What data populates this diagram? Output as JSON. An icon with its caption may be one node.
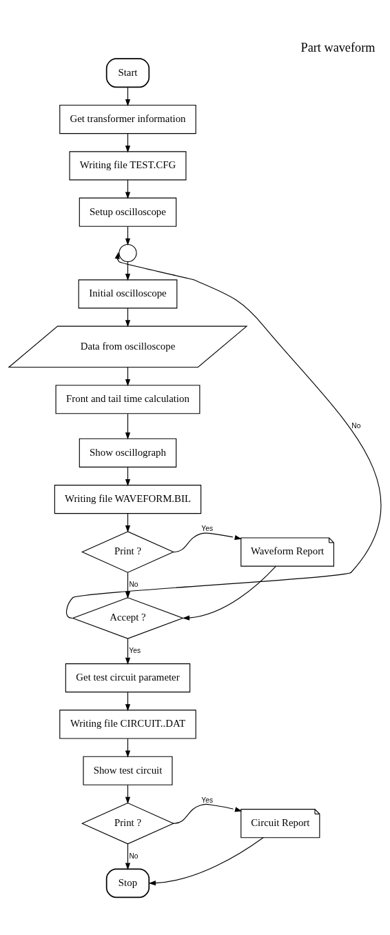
{
  "diagram": {
    "title": "Part waveform",
    "nodes": [
      {
        "text": [
          "Start"
        ]
      },
      {
        "text": [
          "Get transformer information"
        ]
      },
      {
        "text": [
          "Writing file TEST.CFG"
        ]
      },
      {
        "text": [
          "Setup oscilloscope"
        ]
      },
      {
        "text": [],
        "shape": "circle"
      },
      {
        "text": [
          "Initial oscilloscope"
        ]
      },
      {
        "text": [
          "Data from oscilloscope"
        ]
      },
      {
        "text": [
          "Front and tail time calculation"
        ]
      },
      {
        "text": [
          "Show oscillograph"
        ]
      },
      {
        "text": [
          "Writing file WAVEFORM.BIL"
        ]
      },
      {
        "text": [
          "Print ?"
        ]
      },
      {
        "text": [
          "Waveform Report"
        ]
      },
      {
        "text": [
          "Accept ?"
        ]
      },
      {
        "text": [
          "Get test circuit parameter"
        ]
      },
      {
        "text": [
          "Writing file CIRCUIT..DAT"
        ]
      },
      {
        "text": [
          "Show test circuit"
        ]
      },
      {
        "text": [
          "Print ?"
        ]
      },
      {
        "text": [
          "Circuit Report"
        ]
      },
      {
        "text": [
          "Stop"
        ]
      }
    ],
    "edges": [
      {
        "from": 0,
        "to": 1,
        "arrow": "to"
      },
      {
        "from": 1,
        "to": 2,
        "arrow": "to"
      },
      {
        "from": 2,
        "to": 3,
        "arrow": "to"
      },
      {
        "from": 3,
        "to": 4,
        "arrow": "to"
      },
      {
        "from": 4,
        "to": 5,
        "arrow": "to"
      },
      {
        "from": 5,
        "to": 6,
        "arrow": "to"
      },
      {
        "from": 6,
        "to": 7,
        "arrow": "to"
      },
      {
        "from": 7,
        "to": 8,
        "arrow": "to"
      },
      {
        "from": 8,
        "to": 9,
        "arrow": "to"
      },
      {
        "from": 9,
        "to": 10,
        "arrow": "to"
      },
      {
        "from": 10,
        "to": 11,
        "label": "Yes",
        "arrow": "to"
      },
      {
        "from": 10,
        "to": 12,
        "label": "No",
        "arrow": "to"
      },
      {
        "from": 11,
        "to": 12,
        "arrow": "to"
      },
      {
        "from": 12,
        "to": 4,
        "label": "No",
        "arrow": "to"
      },
      {
        "from": 12,
        "to": 13,
        "label": "Yes",
        "arrow": "to"
      },
      {
        "from": 13,
        "to": 14,
        "arrow": "to"
      },
      {
        "from": 14,
        "to": 15,
        "arrow": "to"
      },
      {
        "from": 15,
        "to": 16,
        "arrow": "to"
      },
      {
        "from": 16,
        "to": 17,
        "label": "Yes",
        "arrow": "to"
      },
      {
        "from": 16,
        "to": 18,
        "label": "No",
        "arrow": "to"
      },
      {
        "from": 17,
        "to": 18,
        "arrow": "to"
      }
    ]
  }
}
